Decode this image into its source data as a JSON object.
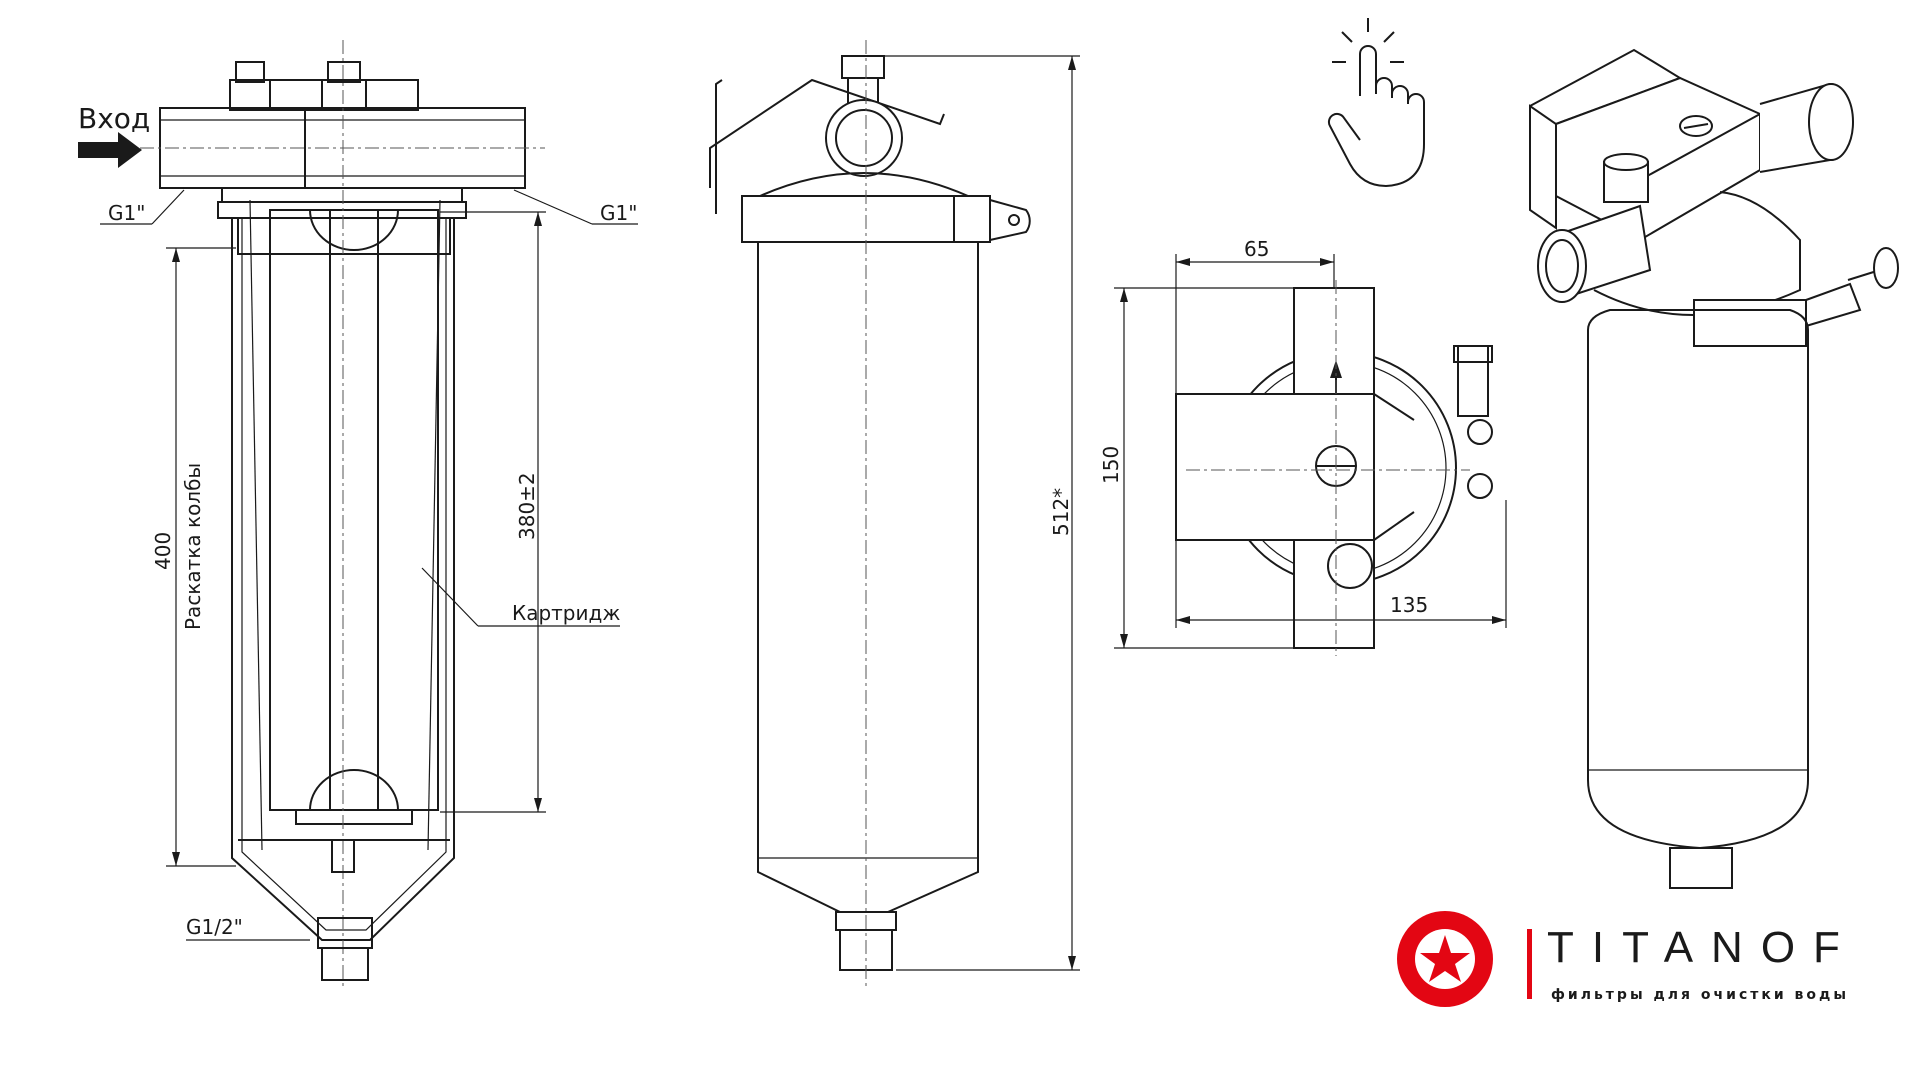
{
  "labels": {
    "inlet": "Вход",
    "inlet_thread": "G1\"",
    "outlet_thread": "G1\"",
    "drain_thread": "G1/2\"",
    "flask_length_label": "Раскатка колбы",
    "flask_length": "400",
    "cartridge_length": "380±2",
    "cartridge": "Картридж",
    "total_height": "512*",
    "width_top": "65",
    "height_side": "150",
    "width_bottom": "135"
  },
  "brand": {
    "name": "TITANOF",
    "tagline": "фильтры для очистки воды",
    "accent_color": "#e30613"
  },
  "icons": {
    "tap": "hand-tap-icon",
    "logo": "star-logo-icon"
  }
}
